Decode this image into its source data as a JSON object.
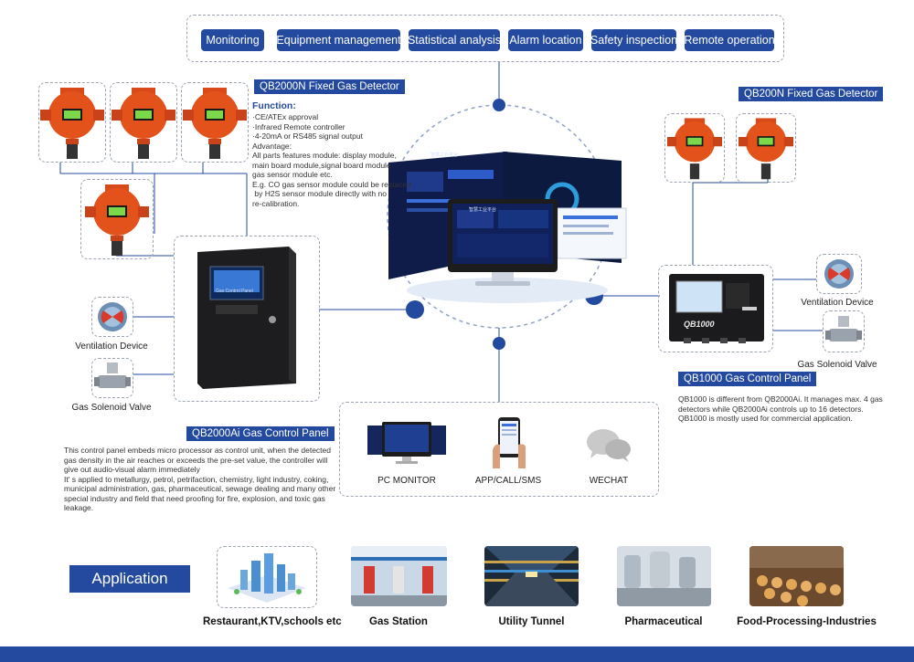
{
  "nav": {
    "items": [
      "Monitoring",
      "Equipment management",
      "Statistical analysis",
      "Alarm location",
      "Safety inspection",
      "Remote operation"
    ]
  },
  "qb2000n": {
    "title": "QB2000N Fixed Gas Detector",
    "function_label": "Function:",
    "lines": [
      "·CE/ATEx approval",
      "·Infrared Remote controller",
      "·4-20mA or RS485 signal output",
      "Advantage:",
      "All parts features module: display module,",
      "main board module,signal board module,",
      "gas sensor module etc.",
      "E.g. CO gas sensor module could be replaced",
      " by H2S sensor module directly with no",
      "re-calibration."
    ]
  },
  "qb200n": {
    "title": "QB200N Fixed Gas Detector"
  },
  "left_devices": {
    "ventilation": "Ventilation Device",
    "valve": "Gas Solenoid Valve"
  },
  "right_devices": {
    "ventilation": "Ventilation Device",
    "valve": "Gas Solenoid Valve"
  },
  "qb2000ai": {
    "title": "QB2000Ai Gas Control Panel",
    "panel_label": "Gas Control Panel",
    "lines": [
      "This control panel embeds micro processor as control unit, when the detected",
      "gas density in the air reaches or exceeds the pre-set value, the controller will",
      "give out audio-visual alarm immediately",
      "It' s applied to metallurgy, petrol, petrifaction, chemistry, light industry, coking,",
      "municipal administration, gas, pharmaceutical, sewage dealing and many other",
      "special industry and field that need proofing for fire, explosion, and toxic gas",
      "leakage."
    ]
  },
  "qb1000": {
    "title": "QB1000 Gas Control Panel",
    "panel_logo": "QB1000",
    "lines": [
      "QB1000 is different from QB2000Ai. It manages max. 4 gas",
      "detectors while QB2000Ai controls up to 16 detectors.",
      "QB1000 is mostly used for commercial application."
    ]
  },
  "channels": {
    "pc": "PC MONITOR",
    "app": "APP/CALL/SMS",
    "wechat": "WECHAT"
  },
  "screens": {
    "title1": "智慧工业平台",
    "title2": "智慧工业平台"
  },
  "application": {
    "title": "Application",
    "items": [
      "Restaurant,KTV,schools etc",
      "Gas Station",
      "Utility Tunnel",
      "Pharmaceutical",
      "Food-Processing-Industries"
    ]
  },
  "colors": {
    "brand_blue": "#244aa0",
    "detector_orange": "#e4521b",
    "footer_blue": "#244aa0"
  }
}
